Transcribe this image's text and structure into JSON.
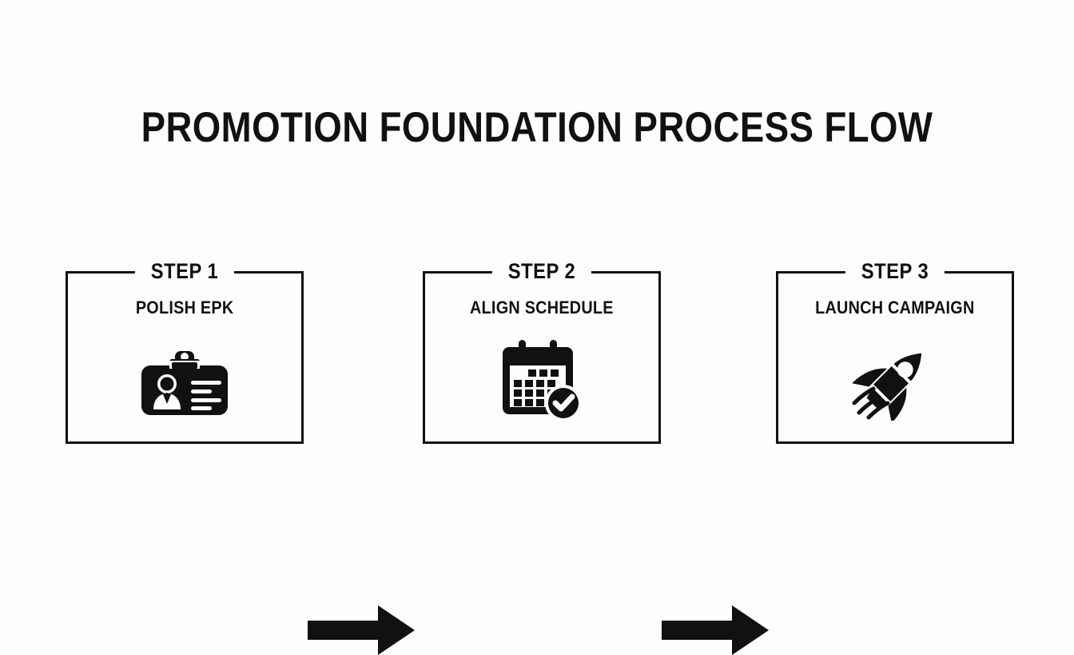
{
  "slide": {
    "background_color": "#fdfdfc",
    "ink_color": "#111111",
    "title": "PROMOTION FOUNDATION PROCESS FLOW"
  },
  "steps": [
    {
      "label": "STEP 1",
      "subtitle": "POLISH EPK",
      "icon": "id-badge-icon"
    },
    {
      "label": "STEP 2",
      "subtitle": "ALIGN SCHEDULE",
      "icon": "calendar-check-icon"
    },
    {
      "label": "STEP 3",
      "subtitle": "LAUNCH CAMPAIGN",
      "icon": "rocket-icon"
    }
  ],
  "connectors": [
    {
      "icon": "arrow-right-icon"
    },
    {
      "icon": "arrow-right-icon"
    }
  ]
}
